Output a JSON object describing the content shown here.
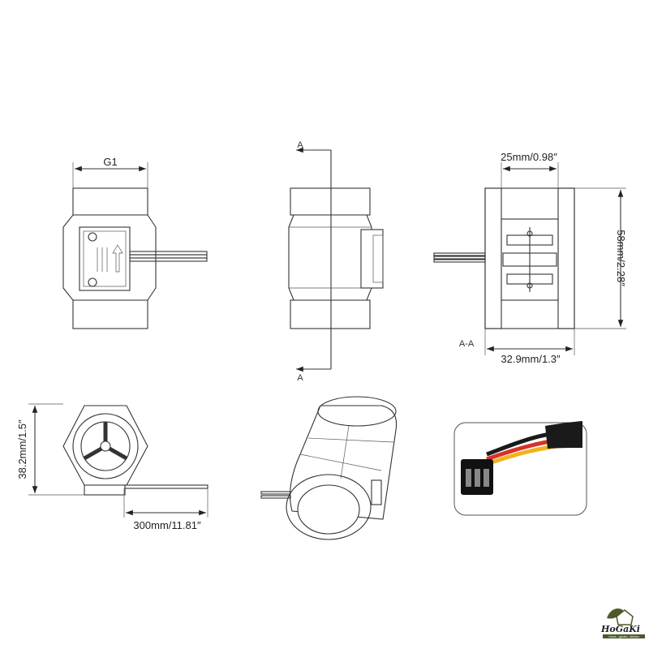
{
  "dimensions": {
    "thread": "G1",
    "inner_diameter": "25mm/0.98″",
    "length": "58mm/2.28″",
    "outer_diameter": "32.9mm/1.3″",
    "hex_width": "38.2mm/1.5″",
    "cable_length": "300mm/11.81″"
  },
  "section": {
    "marker_top": "A",
    "marker_bottom": "A",
    "label": "A-A"
  },
  "logo": {
    "name": "HoGaKi",
    "tagline": "Home - garden - kitchen"
  },
  "colors": {
    "line": "#333333",
    "wire_red": "#d8322a",
    "wire_yellow": "#f2b21b",
    "wire_black": "#1a1a1a",
    "logo_green": "#4a5a2a"
  }
}
